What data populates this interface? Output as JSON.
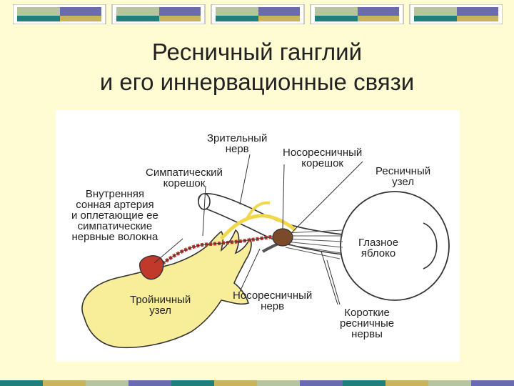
{
  "title": {
    "line1": "Ресничный ганглий",
    "line2": "и его иннервационные связи"
  },
  "diagram": {
    "labels": {
      "optic_nerve": "Зрительный\nнерв",
      "nasociliary_root": "Носоресничный\nкорешок",
      "ciliary_ganglion": "Ресничный\nузел",
      "sympathetic_root": "Симпатический\nкорешок",
      "internal_carotid": "Внутренняя\nсонная артерия\nи оплетающие ее\nсимпатические\nнервные волокна",
      "eyeball": "Глазное\nяблоко",
      "trigeminal_ganglion": "Тройничный\nузел",
      "nasociliary_nerve": "Носоресничный\nнерв",
      "short_ciliary_nerves": "Короткие\nресничные\nнервы"
    }
  },
  "colors": {
    "background": "#fffbd2",
    "deco_teal": "#1f7f7a",
    "deco_blue": "#6a6ab0",
    "deco_gold": "#c8b45a",
    "deco_sage": "#b7c4a0",
    "ganglion_yellow": "#f8ee9a",
    "artery_red": "#c0392b",
    "ciliary_brown": "#7a4a2a"
  }
}
